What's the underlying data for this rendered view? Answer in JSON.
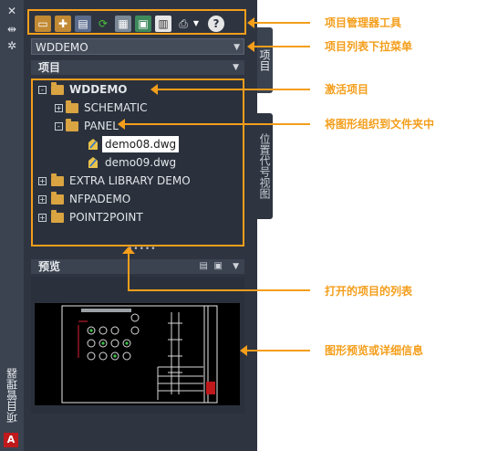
{
  "left_strip": {
    "title": "项目管理器",
    "buttons": [
      "close-icon",
      "pin-icon",
      "gear-icon"
    ],
    "logo_letter": "A"
  },
  "toolbar": {
    "icons": [
      "open-project-icon",
      "new-project-icon",
      "new-drawing-icon",
      "refresh-icon",
      "update-icon",
      "project-task-list-icon",
      "descriptions-icon",
      "publish-icon",
      "dropdown-arrow-icon",
      "help-icon"
    ]
  },
  "project_select": {
    "value": "WDDEMO"
  },
  "projects_header": {
    "label": "项目"
  },
  "tree": {
    "root": "WDDEMO",
    "items": [
      {
        "label": "SCHEMATIC",
        "type": "folder",
        "expand": "+"
      },
      {
        "label": "PANEL",
        "type": "folder",
        "expand": "-"
      },
      {
        "label": "demo08.dwg",
        "type": "drawing"
      },
      {
        "label": "demo09.dwg",
        "type": "drawing"
      }
    ],
    "other_projects": [
      "EXTRA LIBRARY DEMO",
      "NFPADEMO",
      "POINT2POINT"
    ]
  },
  "preview_header": {
    "label": "预览"
  },
  "tabs": {
    "project": "项目",
    "location": "位置代号视图"
  },
  "callouts": {
    "tools": "项目管理器工具",
    "dropdown": "项目列表下拉菜单",
    "active": "激活项目",
    "folders": "将图形组织到文件夹中",
    "open_list": "打开的项目的列表",
    "preview": "图形预览或详细信息"
  },
  "colors": {
    "accent": "#f49e1b",
    "panel": "#2e3440",
    "folder": "#d9a441"
  }
}
